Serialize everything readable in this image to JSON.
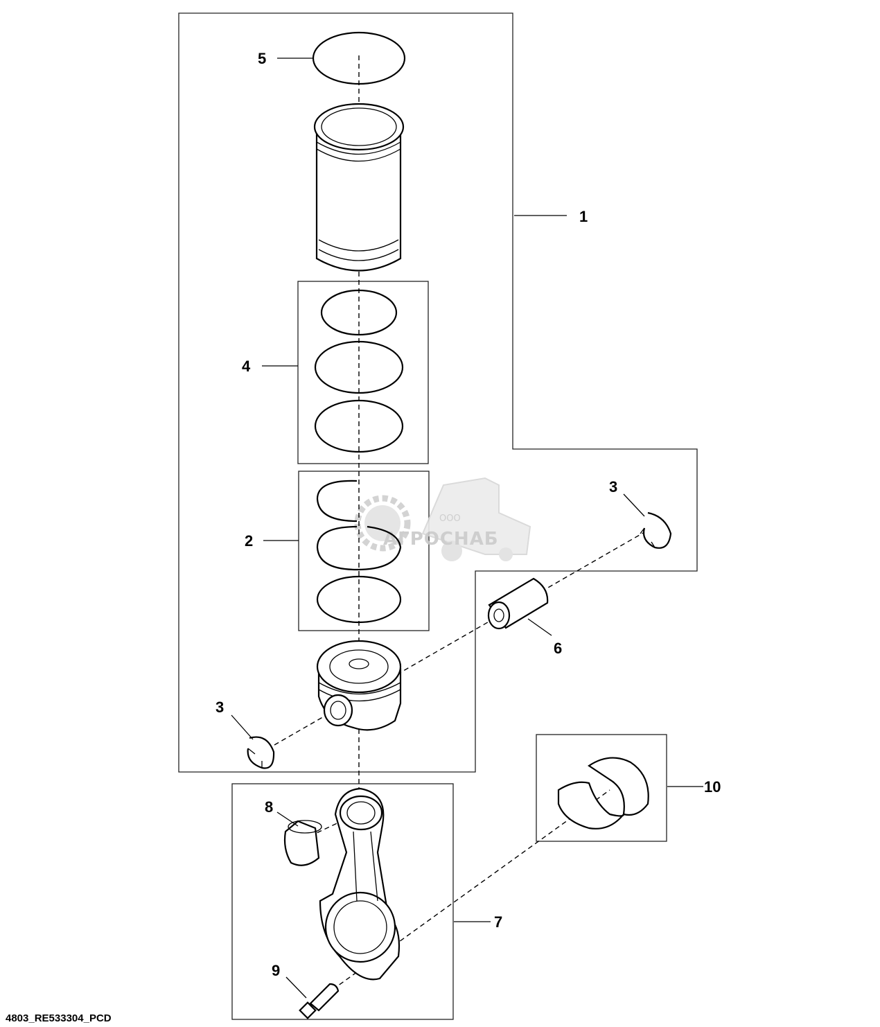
{
  "callouts": {
    "c1": "1",
    "c2": "2",
    "c3a": "3",
    "c3b": "3",
    "c4": "4",
    "c5": "5",
    "c6": "6",
    "c7": "7",
    "c8": "8",
    "c9": "9",
    "c10": "10"
  },
  "figure_code": "4803_RE533304_PCD",
  "watermark": {
    "prefix": "ООО",
    "name": "АГРОСНАБ"
  }
}
